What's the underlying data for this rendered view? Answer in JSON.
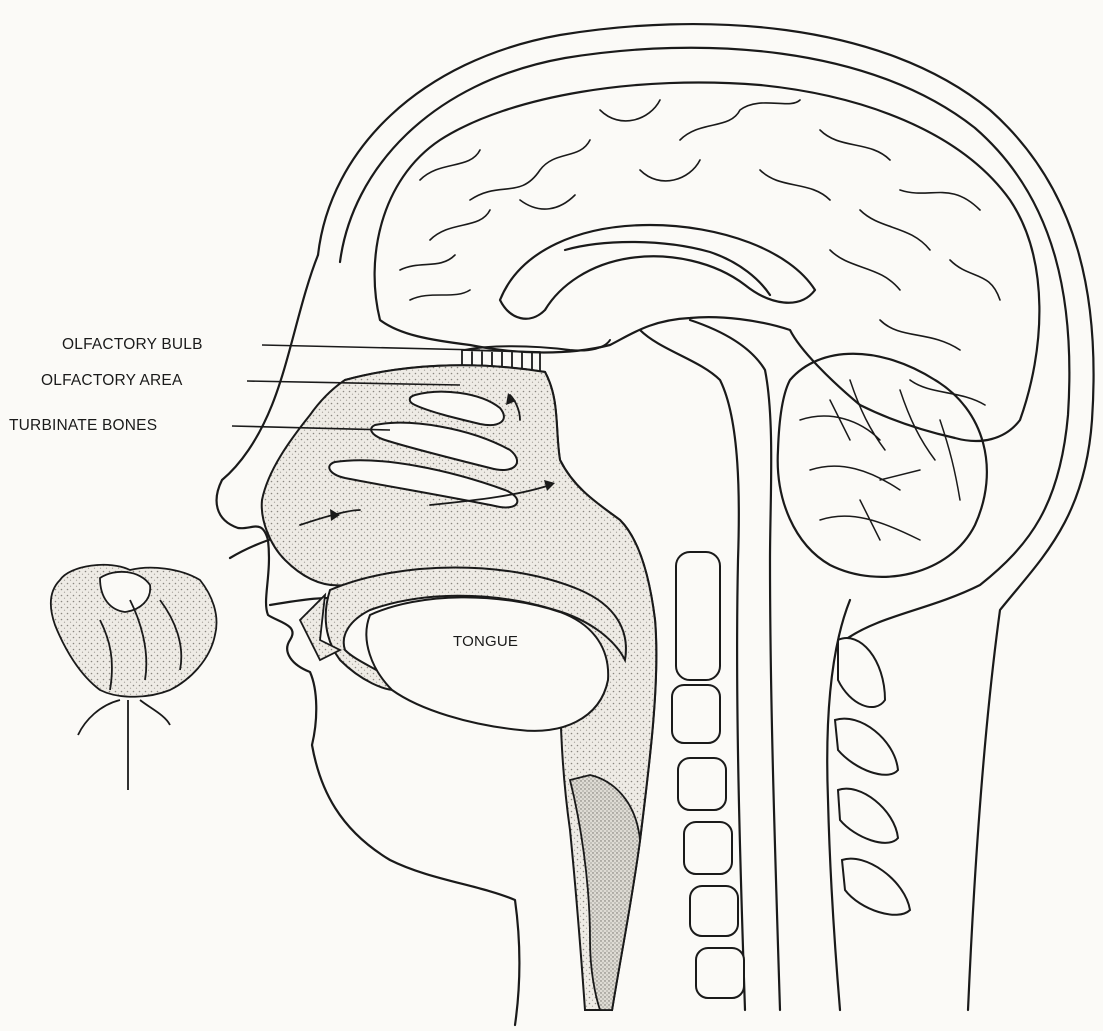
{
  "labels": {
    "olfactory_bulb": "OLFACTORY BULB",
    "olfactory_area": "OLFACTORY AREA",
    "turbinate_bones": "TURBINATE BONES",
    "tongue": "TONGUE"
  },
  "colors": {
    "ink": "#1a1a1a",
    "paper": "#fbfaf7",
    "stipple": "#d9d6cf"
  },
  "icons": {
    "rose": "rose-icon"
  }
}
